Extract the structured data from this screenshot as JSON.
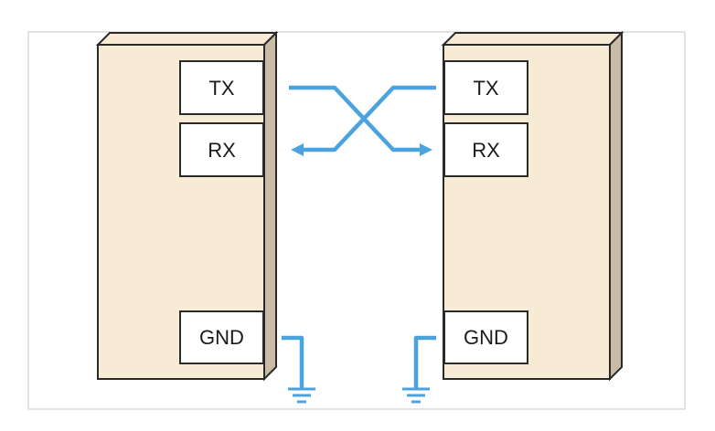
{
  "left_device": {
    "pins": {
      "tx": "TX",
      "rx": "RX",
      "gnd": "GND"
    }
  },
  "right_device": {
    "pins": {
      "tx": "TX",
      "rx": "RX",
      "gnd": "GND"
    }
  },
  "colors": {
    "device_face": "#f8ebd6",
    "device_side": "#c9bba5",
    "outline": "#2a2a2a",
    "wire": "#4aa3e0",
    "frame_border": "#d9d9d9",
    "pin_box": "#ffffff"
  }
}
